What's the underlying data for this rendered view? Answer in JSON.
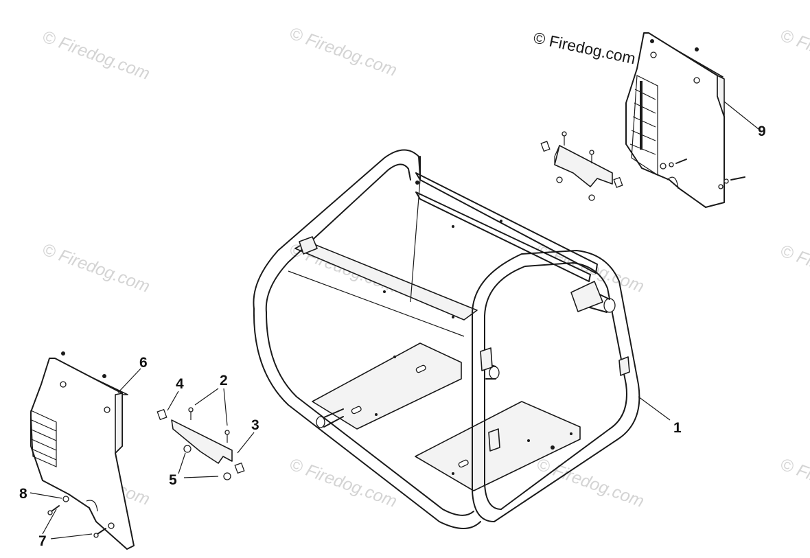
{
  "watermark": {
    "text": "© Firedog.com",
    "primary_text": "© Firedog.com"
  },
  "callouts": {
    "c1": "1",
    "c2": "2",
    "c3": "3",
    "c4": "4",
    "c5": "5",
    "c6": "6",
    "c7": "7",
    "c8": "8",
    "c9": "9"
  }
}
